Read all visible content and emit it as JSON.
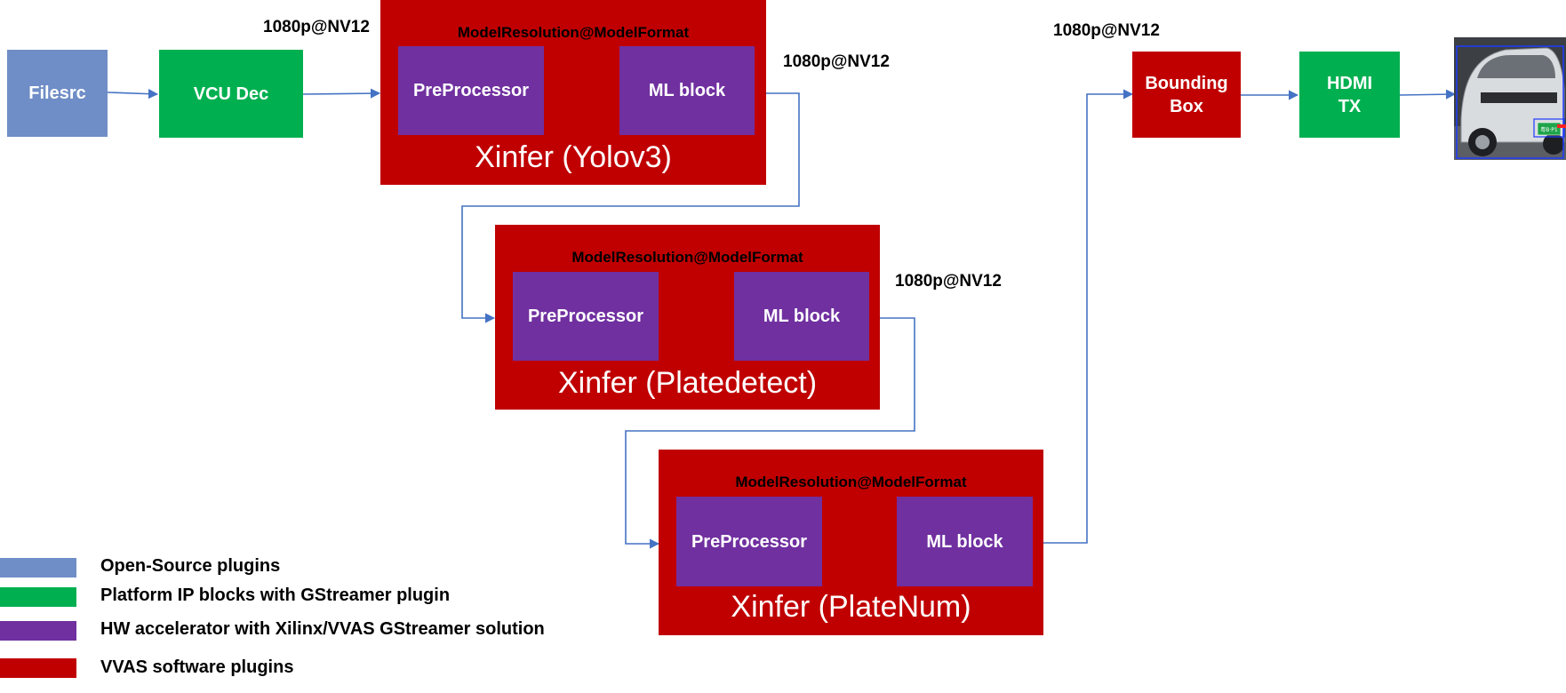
{
  "blocks": {
    "filesrc": "Filesrc",
    "vcu_dec": "VCU Dec",
    "bounding_box": "Bounding Box",
    "hdmi_tx": "HDMI TX"
  },
  "stages": [
    {
      "title": "Xinfer (Yolov3)",
      "format": "ModelResolution@ModelFormat",
      "pre": "PreProcessor",
      "ml": "ML block"
    },
    {
      "title": "Xinfer (Platedetect)",
      "format": "ModelResolution@ModelFormat",
      "pre": "PreProcessor",
      "ml": "ML block"
    },
    {
      "title": "Xinfer (PlateNum)",
      "format": "ModelResolution@ModelFormat",
      "pre": "PreProcessor",
      "ml": "ML block"
    }
  ],
  "edge_labels": {
    "dec_out": "1080p@NV12",
    "yolo_out": "1080p@NV12",
    "plate_out": "1080p@NV12",
    "bbox_in": "1080p@NV12"
  },
  "thumbnail": {
    "plate_text": "粤B·P1"
  },
  "legend": [
    {
      "color": "#6f8dc6",
      "label": "Open-Source plugins"
    },
    {
      "color": "#00b050",
      "label": "Platform IP blocks with GStreamer plugin"
    },
    {
      "color": "#7030a0",
      "label": "HW accelerator with Xilinx/VVAS GStreamer solution"
    },
    {
      "color": "#c00000",
      "label": "VVAS software plugins"
    }
  ]
}
